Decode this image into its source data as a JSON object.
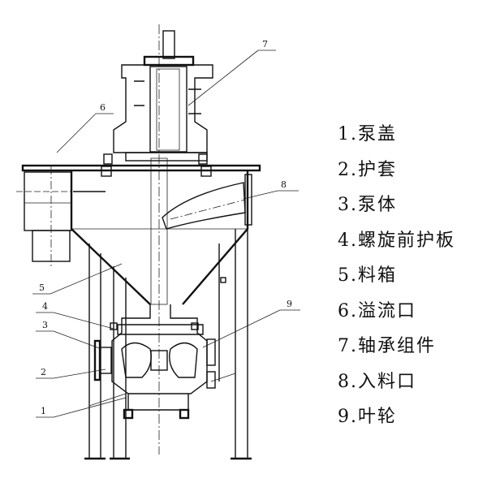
{
  "legend": [
    {
      "num": "1.",
      "label": "泵盖"
    },
    {
      "num": "2.",
      "label": "护套"
    },
    {
      "num": "3.",
      "label": "泵体"
    },
    {
      "num": "4.",
      "label": "螺旋前护板"
    },
    {
      "num": "5.",
      "label": "料箱"
    },
    {
      "num": "6.",
      "label": "溢流口"
    },
    {
      "num": "7.",
      "label": "轴承组件"
    },
    {
      "num": "8.",
      "label": "入料口"
    },
    {
      "num": "9.",
      "label": "叶轮"
    }
  ],
  "callouts": [
    "1",
    "2",
    "3",
    "4",
    "5",
    "6",
    "7",
    "8",
    "9"
  ]
}
